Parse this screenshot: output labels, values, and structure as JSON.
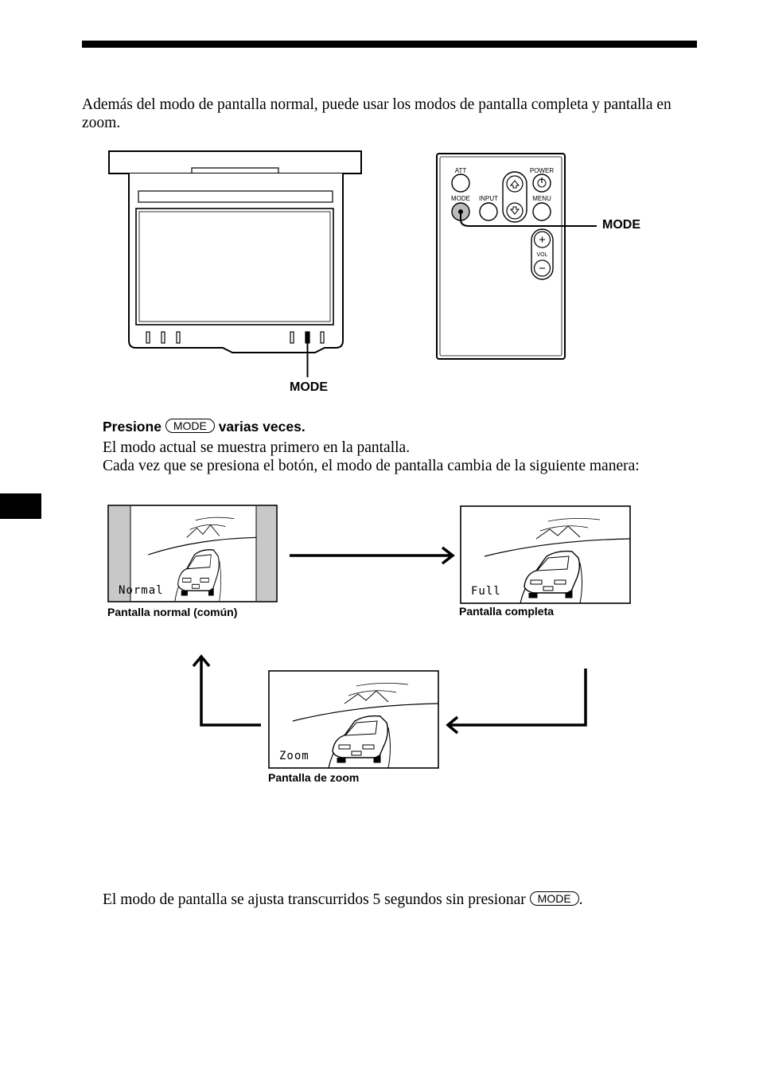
{
  "intro_text": "Además del modo de pantalla normal, puede usar los modos de pantalla completa y pantalla en zoom.",
  "monitor": {
    "mode_label": "MODE"
  },
  "remote": {
    "buttons": {
      "att": "ATT",
      "power": "POWER",
      "mode": "MODE",
      "input": "INPUT",
      "menu": "MENU",
      "vol": "VOL",
      "plus": "+",
      "minus": "−"
    },
    "mode_label": "MODE"
  },
  "step": {
    "prefix": "Presione",
    "key": "MODE",
    "suffix": "varias veces.",
    "line1": "El modo actual se muestra primero en la pantalla.",
    "line2": "Cada vez que se presiona el botón, el modo de pantalla cambia de la siguiente manera:"
  },
  "screens": {
    "normal": {
      "osd": "Normal",
      "caption": "Pantalla normal (común)"
    },
    "full": {
      "osd": "Full",
      "caption": "Pantalla completa"
    },
    "zoom": {
      "osd": "Zoom",
      "caption": "Pantalla de zoom"
    }
  },
  "note": {
    "text": "El modo de pantalla se ajusta transcurridos 5 segundos sin presionar",
    "key": "MODE",
    "end": "."
  }
}
